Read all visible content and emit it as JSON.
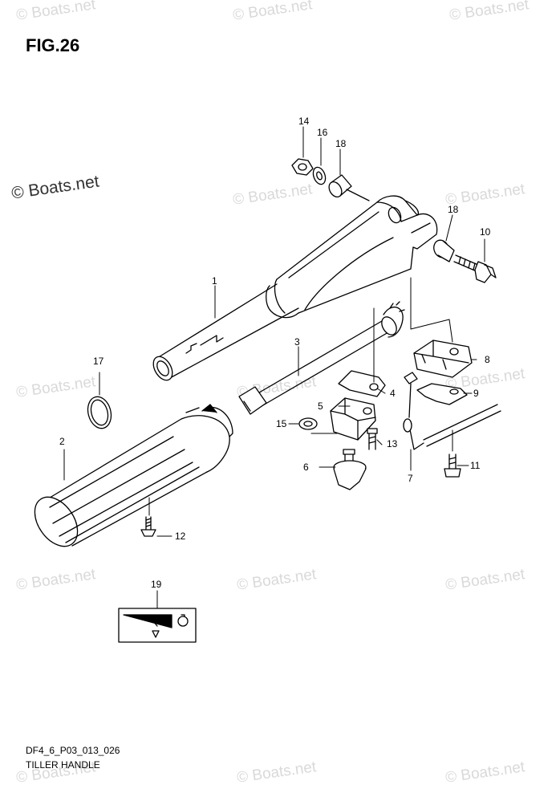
{
  "figure": {
    "title": "FIG.26",
    "code": "DF4_6_P03_013_026",
    "name": "TILLER HANDLE"
  },
  "watermark": {
    "main_text": "© Boats.net",
    "faint_text": "© Boats.net"
  },
  "callouts": [
    "1",
    "2",
    "3",
    "4",
    "5",
    "6",
    "7",
    "8",
    "9",
    "10",
    "11",
    "12",
    "13",
    "14",
    "15",
    "16",
    "17",
    "18",
    "18",
    "19"
  ]
}
